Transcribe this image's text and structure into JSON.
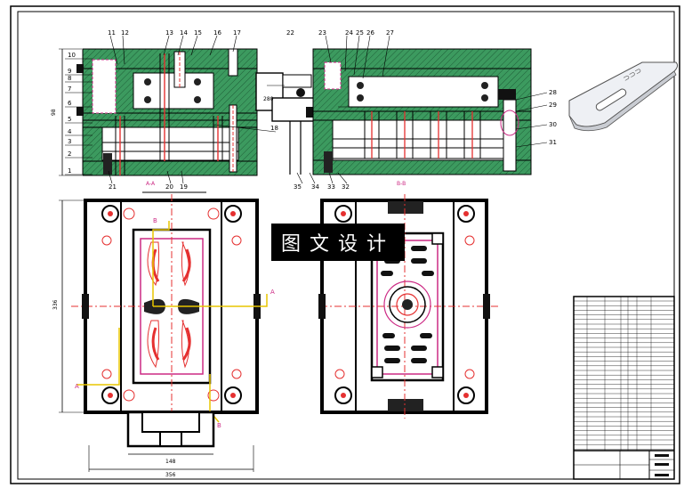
{
  "drawing": {
    "section_labels": [
      "A-A",
      "B-B"
    ],
    "callouts_left": [
      "1",
      "2",
      "3",
      "4",
      "5",
      "6",
      "7",
      "8",
      "9",
      "10"
    ],
    "callouts_top_left": [
      "11",
      "12",
      "13",
      "14",
      "15",
      "16",
      "17"
    ],
    "callouts_top_right": [
      "22",
      "23",
      "24",
      "25",
      "26",
      "27"
    ],
    "callouts_right": [
      "28",
      "29",
      "30",
      "31"
    ],
    "callouts_bottom": [
      "21",
      "20",
      "19",
      "18",
      "35",
      "34",
      "33",
      "32"
    ],
    "dim_front_height": "98",
    "dim_plan_height": "336",
    "dim_plan_width": "356",
    "dim_tab_width": "148",
    "dim_mid": "280",
    "cut_marks": [
      "A",
      "A",
      "B",
      "B"
    ],
    "product_glyphs": "⊃⊃⊃"
  },
  "watermark": "图文设计",
  "colors": {
    "hatch": "#3c9a5f",
    "outline": "#000000",
    "pink": "#cc2a84",
    "red": "#e53030",
    "yellow": "#e8c500",
    "blue": "#3a4fd0"
  }
}
